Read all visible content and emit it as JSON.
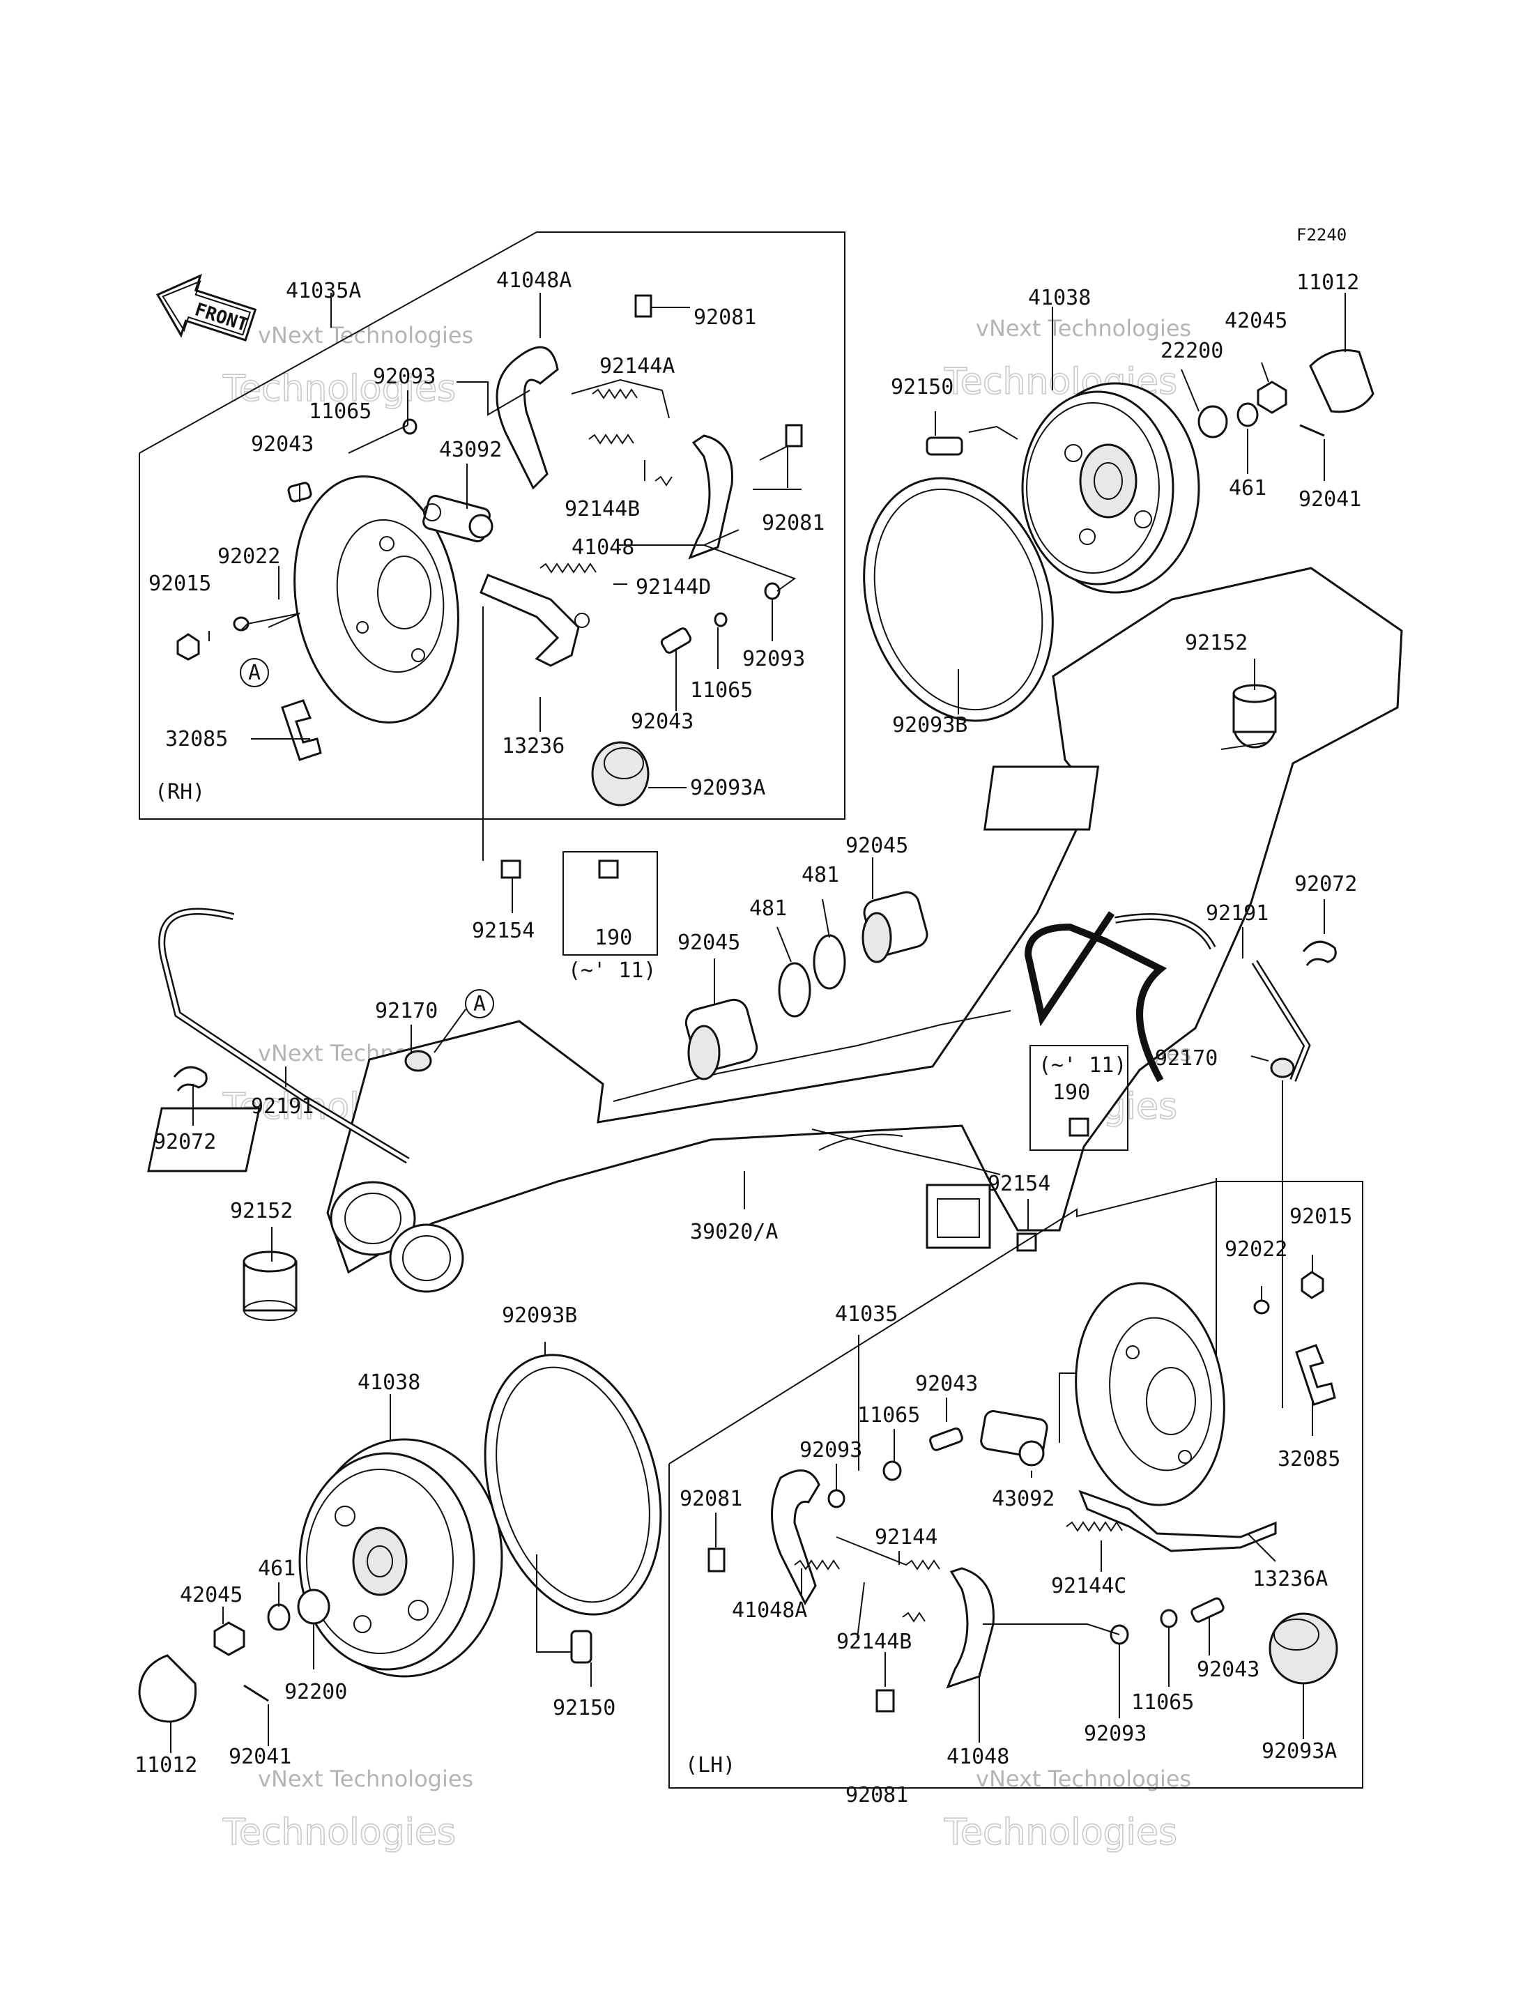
{
  "figure_code": "F2240",
  "front_label": "FRONT",
  "circle_ref": "A",
  "watermark": {
    "line1": "vNext Technologies",
    "line2": "Technologies"
  },
  "group_labels": {
    "rh": "(RH)",
    "lh": "(LH)"
  },
  "parts": {
    "p41035A": "41035A",
    "p41048A_rh": "41048A",
    "p92081_rh_a": "92081",
    "p92144A": "92144A",
    "p92093_rh_a": "92093",
    "p11065_rh_a": "11065",
    "p43092_rh": "43092",
    "p92043_rh_a": "92043",
    "p92144B_rh": "92144B",
    "p92081_rh_b": "92081",
    "p41048_rh": "41048",
    "p92022_rh": "92022",
    "p92015_rh": "92015",
    "p92144D": "92144D",
    "p92093_rh_b": "92093",
    "p11065_rh_b": "11065",
    "p92043_rh_b": "92043",
    "p13236": "13236",
    "p32085_rh": "32085",
    "p92093A_rh": "92093A",
    "p11012_r": "11012",
    "p42045_r": "42045",
    "p41038_r": "41038",
    "p22200_r": "22200",
    "p92150_r": "92150",
    "p461_r": "461",
    "p92041_r": "92041",
    "p92093B_r": "92093B",
    "p92152_r": "92152",
    "p92045_a": "92045",
    "p481_a": "481",
    "p481_b": "481",
    "p92045_b": "92045",
    "p92072_r": "92072",
    "p92191_r": "92191",
    "p92154_a": "92154",
    "p190_a": "190",
    "p11_a": "(~' 11)",
    "p92170_l": "92170",
    "p92191_l": "92191",
    "p92072_l": "92072",
    "p11_b": "(~' 11)",
    "p190_b": "190",
    "p92170_r": "92170",
    "p92152_l": "92152",
    "p39020A": "39020/A",
    "p92154_b": "92154",
    "p92015_lh": "92015",
    "p92022_lh": "92022",
    "p92093B_l": "92093B",
    "p41035": "41035",
    "p41038_l": "41038",
    "p92043_lh_a": "92043",
    "p11065_lh_a": "11065",
    "p92093_lh_a": "92093",
    "p32085_lh": "32085",
    "p92081_lh_a": "92081",
    "p43092_lh": "43092",
    "p92144": "92144",
    "p461_l": "461",
    "p42045_l": "42045",
    "p13236A": "13236A",
    "p92144C": "92144C",
    "p41048A_lh": "41048A",
    "p92144B_lh": "92144B",
    "p92043_lh_b": "92043",
    "p92200_l": "92200",
    "p92150_l": "92150",
    "p11065_lh_b": "11065",
    "p92093_lh_b": "92093",
    "p92093A_lh": "92093A",
    "p11012_l": "11012",
    "p92041_l": "92041",
    "p92081_lh_b": "92081",
    "p41048_lh": "41048"
  }
}
